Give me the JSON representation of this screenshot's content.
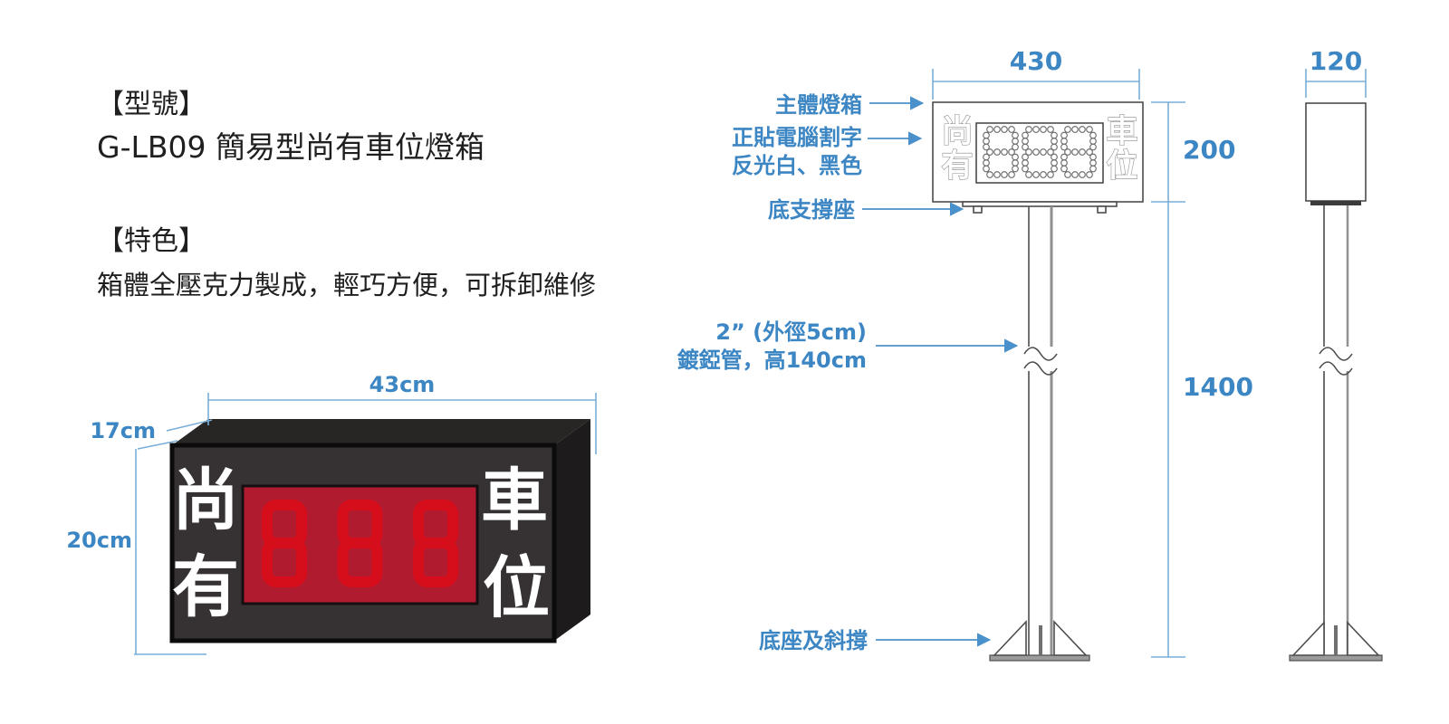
{
  "info": {
    "model_heading": "【型號】",
    "model_text": "G-LB09  簡易型尚有車位燈箱",
    "features_heading": "【特色】",
    "features_text": "箱體全壓克力製成，輕巧方便，可拆卸維修"
  },
  "render3d": {
    "display_value": "888",
    "char_top_left": "尚",
    "char_bottom_left": "有",
    "char_top_right": "車",
    "char_bottom_right": "位",
    "dim_width": "43cm",
    "dim_depth": "17cm",
    "dim_height": "20cm"
  },
  "front_view": {
    "dim_width": "430",
    "dim_height": "200",
    "dim_pole": "1400",
    "display_value": "888",
    "char_top_left": "尚",
    "char_bottom_left": "有",
    "char_top_right": "車",
    "char_bottom_right": "位",
    "label_main_box": "主體燈箱",
    "label_lettering_line1": "正貼電腦割字",
    "label_lettering_line2": "反光白、黑色",
    "label_bottom_support": "底支撐座",
    "label_pipe_line1": "2” (外徑5cm)",
    "label_pipe_line2": "鍍錏管，高140cm",
    "label_base": "底座及斜撐"
  },
  "side_view": {
    "dim_width": "120"
  },
  "colors": {
    "accent_blue": "#3d86c4",
    "dim_line_blue": "#79aed9",
    "diagram_line": "#4d4d4d",
    "box_front": "#363233",
    "led_panel": "#b11b30",
    "led_digit": "#d60d1b"
  }
}
